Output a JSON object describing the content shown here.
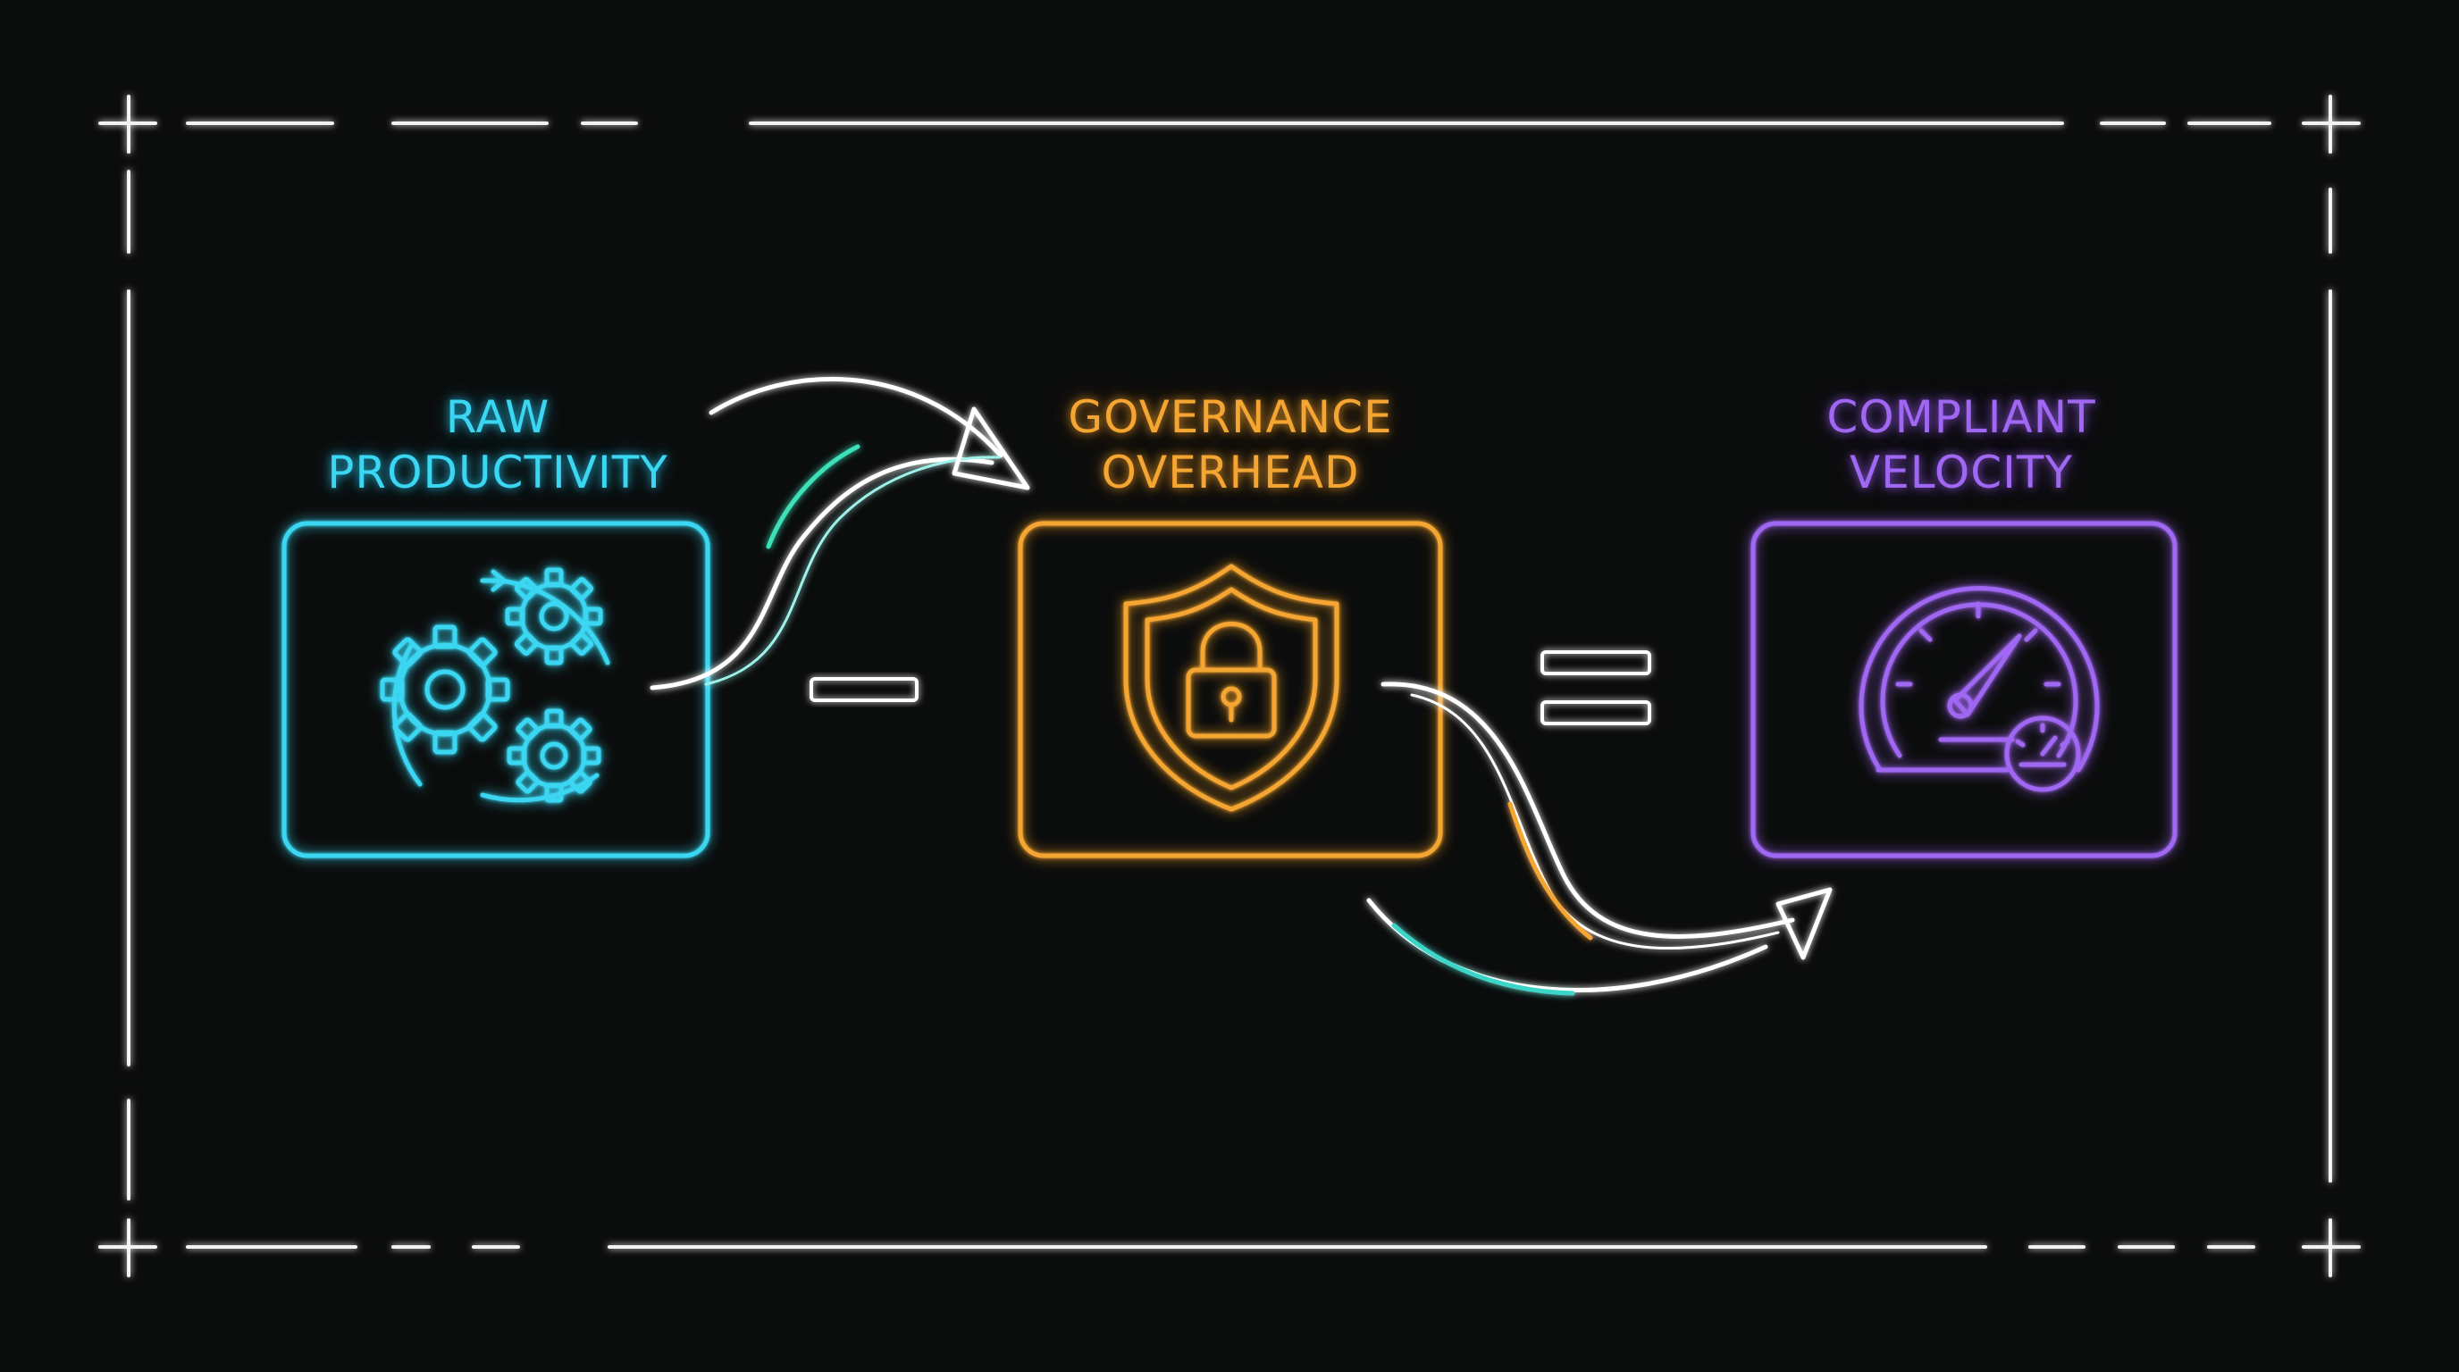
{
  "diagram": {
    "nodes": [
      {
        "id": "raw",
        "line1": "RAW",
        "line2": "PRODUCTIVITY",
        "icon": "gears-icon",
        "color": "#3ad6f2"
      },
      {
        "id": "gov",
        "line1": "GOVERNANCE",
        "line2": "OVERHEAD",
        "icon": "shield-lock-icon",
        "color": "#f5a531"
      },
      {
        "id": "vel",
        "line1": "COMPLIANT",
        "line2": "VELOCITY",
        "icon": "speedometer-icon",
        "color": "#a068f2"
      }
    ],
    "operators": [
      {
        "symbol": "minus",
        "icon": "minus-icon"
      },
      {
        "symbol": "equals",
        "icon": "equals-icon"
      }
    ],
    "frame_color": "#f2f2f2",
    "arrow_color": "#ffffff"
  }
}
